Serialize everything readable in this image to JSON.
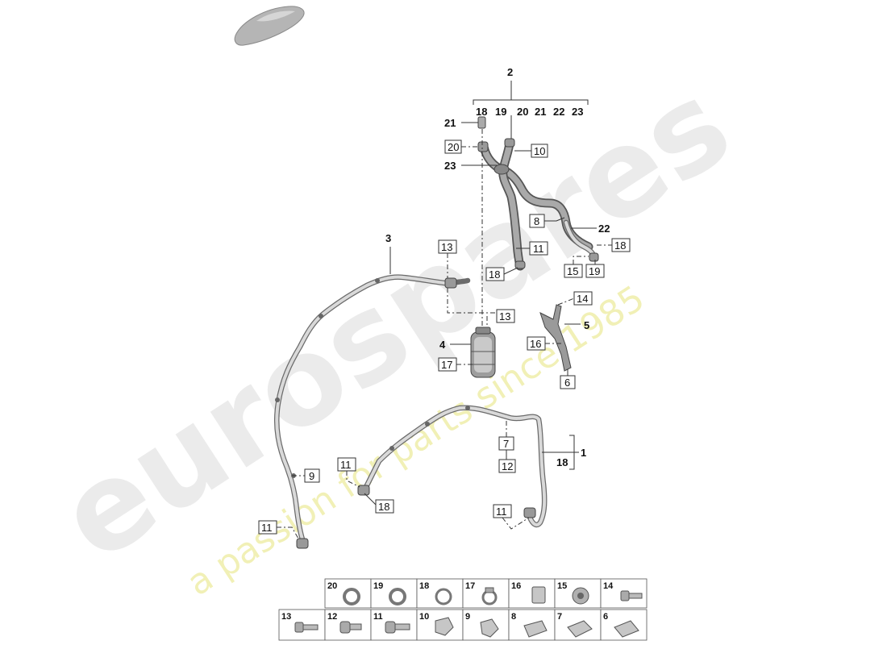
{
  "watermark": {
    "brand": "eurospares",
    "tagline": "a passion for parts since 1985"
  },
  "callouts": {
    "c1": "1",
    "c2": "2",
    "c3": "3",
    "c4": "4",
    "c5": "5",
    "c21": "21",
    "c22": "22",
    "c23": "23",
    "c18_main": "18",
    "group2": [
      "18",
      "19",
      "20",
      "21",
      "22",
      "23"
    ]
  },
  "boxes": {
    "b20": "20",
    "b10": "10",
    "b8": "8",
    "b11a": "11",
    "b18a": "18",
    "b18b": "18",
    "b15": "15",
    "b19": "19",
    "b13a": "13",
    "b13b": "13",
    "b14": "14",
    "b16": "16",
    "b17": "17",
    "b6": "6",
    "b7": "7",
    "b12": "12",
    "b9": "9",
    "b11b": "11",
    "b18c": "18",
    "b11c": "11",
    "b11d": "11"
  },
  "legend_row1": [
    "20",
    "19",
    "18",
    "17",
    "16",
    "15",
    "14"
  ],
  "legend_row2": [
    "13",
    "12",
    "11",
    "10",
    "9",
    "8",
    "7",
    "6"
  ]
}
